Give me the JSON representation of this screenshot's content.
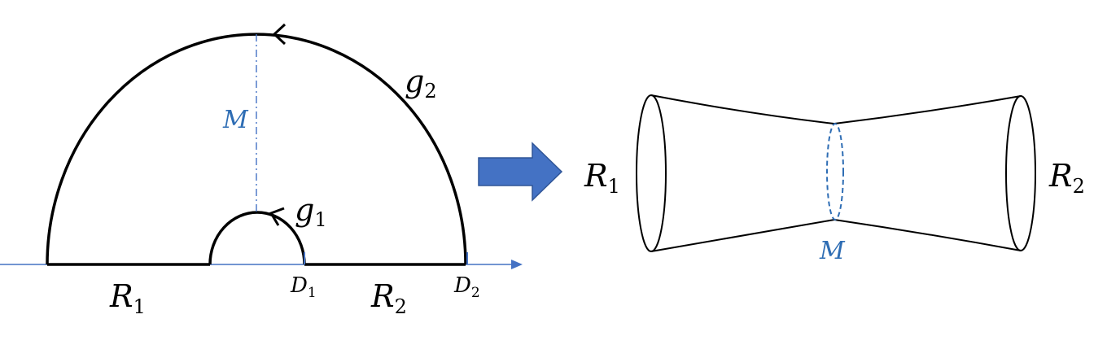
{
  "left_figure": {
    "label_R1": "R",
    "label_R1_sub": "1",
    "label_R2": "R",
    "label_R2_sub": "2",
    "label_D1": "D",
    "label_D1_sub": "1",
    "label_D2": "D",
    "label_D2_sub": "2",
    "label_g1": "g",
    "label_g1_sub": "1",
    "label_g2": "g",
    "label_g2_sub": "2",
    "label_M": "M"
  },
  "right_figure": {
    "label_R1": "R",
    "label_R1_sub": "1",
    "label_R2": "R",
    "label_R2_sub": "2",
    "label_M": "M"
  },
  "colors": {
    "ink": "#000000",
    "accent": "#2e6db4",
    "arrow_fill": "#4472c4",
    "axis": "#4472c4"
  }
}
